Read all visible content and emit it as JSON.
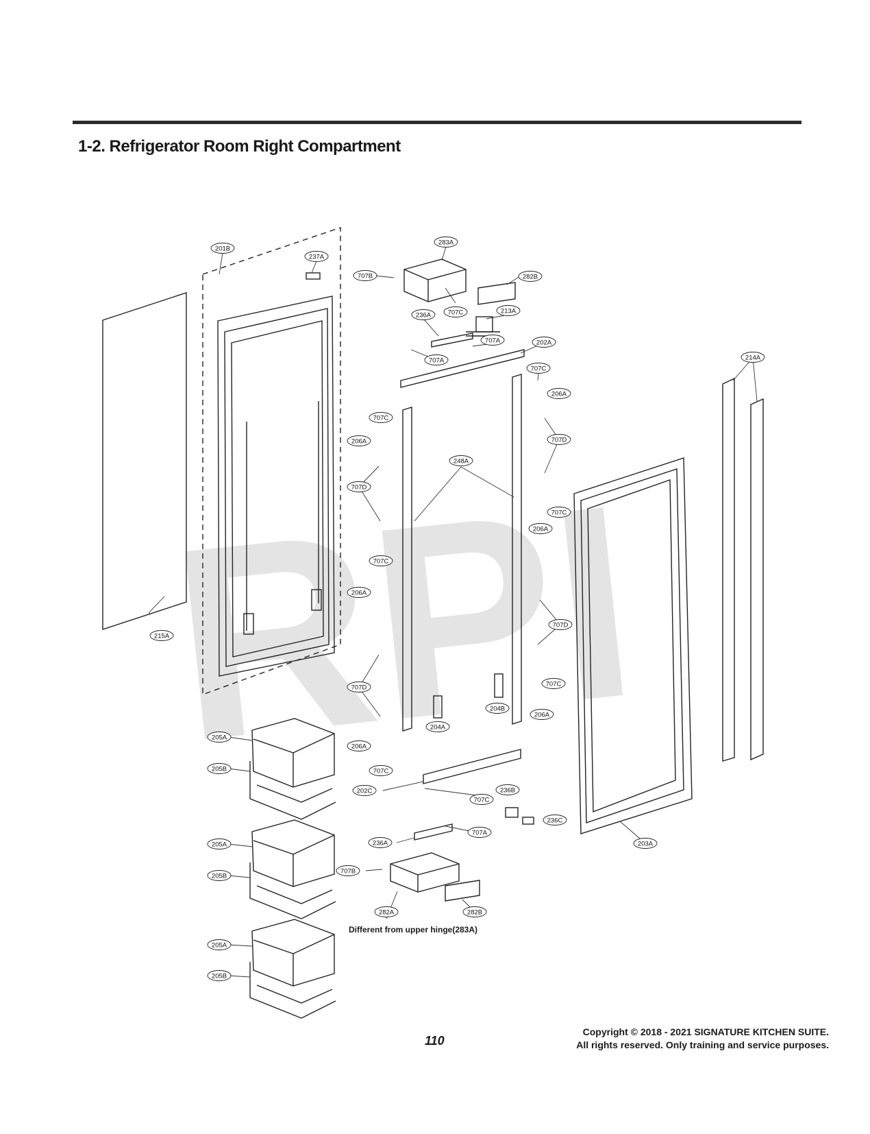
{
  "section_title": "1-2. Refrigerator Room Right Compartment",
  "watermark": "RPI",
  "note": "Different from upper hinge(283A)",
  "page_number": "110",
  "copyright": {
    "line1": "Copyright © 2018 - 2021 SIGNATURE KITCHEN SUITE.",
    "line2": "All rights reserved. Only training and service purposes."
  },
  "callouts": [
    "201B",
    "237A",
    "283A",
    "707B",
    "282B",
    "707C",
    "236A",
    "213A",
    "707A",
    "707A",
    "202A",
    "214A",
    "707C",
    "206A",
    "707C",
    "206A",
    "707D",
    "707D",
    "248A",
    "707C",
    "206A",
    "707C",
    "206A",
    "707D",
    "707D",
    "707C",
    "206A",
    "204A",
    "204B",
    "206A",
    "707C",
    "215A",
    "205A",
    "205B",
    "202C",
    "707C",
    "236B",
    "707A",
    "236C",
    "236A",
    "203A",
    "205A",
    "205B",
    "707B",
    "282A",
    "282B",
    "205A",
    "205B"
  ]
}
